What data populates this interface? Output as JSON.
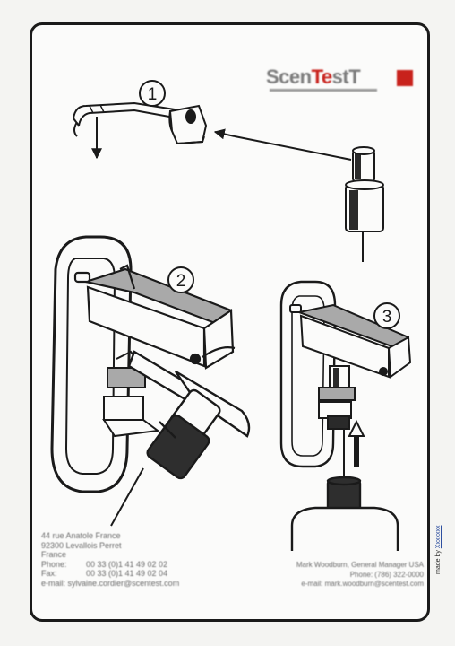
{
  "brand": {
    "name_part1": "Scen",
    "name_accent": "Te",
    "name_part2": "st",
    "name_end": "T"
  },
  "steps": [
    "1",
    "2",
    "3"
  ],
  "address": {
    "line1": "44 rue Anatole France",
    "line2": "92300 Levallois Perret",
    "line3": "France",
    "phone_label": "Phone:",
    "phone": "00 33 (0)1 41 49 02 02",
    "fax_label": "Fax:",
    "fax": "00 33 (0)1 41 49 02 04",
    "email": "e-mail: sylvaine.cordier@scentest.com"
  },
  "us_contact": {
    "line1": "Mark Woodburn, General Manager USA",
    "line2": "Phone: (786) 322-0000",
    "line3": "e-mail: mark.woodburn@scentest.com"
  },
  "credit": {
    "prefix": "made by",
    "brand": "Xxxxxxx"
  },
  "colors": {
    "ink": "#1a1a1a",
    "shade": "#a9a9a9",
    "accent": "#c8221c",
    "paper": "#fbfbfa"
  }
}
